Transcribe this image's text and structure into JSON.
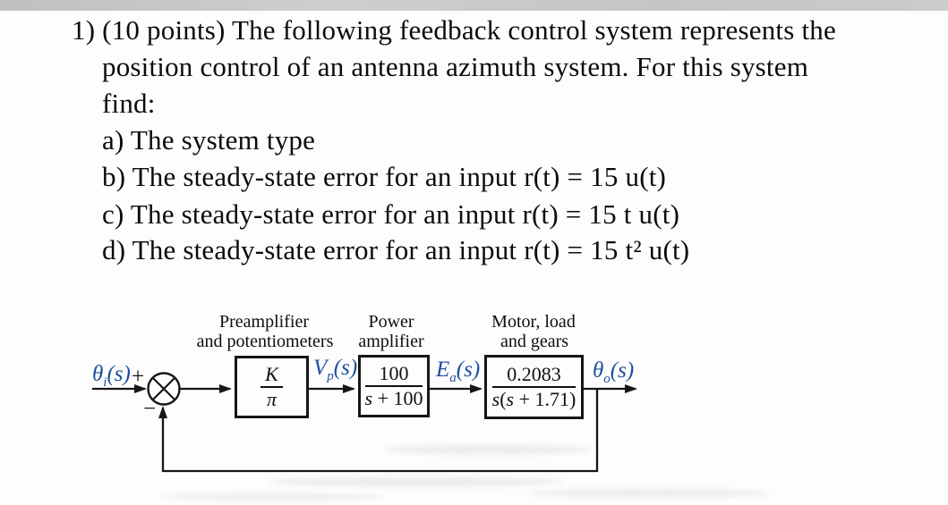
{
  "problem": {
    "lines": [
      "1) (10 points) The following feedback control system represents the",
      "position control of an antenna azimuth system. For this system",
      "find:",
      "a) The system type",
      "b) The steady-state error for an input r(t) = 15 u(t)",
      "c) The steady-state error for an input r(t) = 15 t u(t)",
      "d) The steady-state error for an input r(t) = 15 t² u(t)"
    ]
  },
  "diagram": {
    "captions": {
      "preamp": [
        "Preamplifier",
        "and potentiometers"
      ],
      "power": [
        "Power",
        "amplifier"
      ],
      "motor": [
        "Motor, load",
        "and gears"
      ]
    },
    "blocks": {
      "preamp": {
        "numerator": "K",
        "denominator": "π"
      },
      "power": {
        "numerator": "100",
        "den_var": "s",
        "den_rest": " + 100"
      },
      "motor": {
        "numerator": "0.2083",
        "den_var": "s",
        "den_open": "(",
        "den_var2": "s",
        "den_rest": " + 1.71)"
      }
    },
    "signals": {
      "input": {
        "sym": "θ",
        "sub": "i",
        "suffix": "(s)"
      },
      "vp": {
        "sym": "V",
        "sub": "p",
        "suffix": "(s)"
      },
      "ea": {
        "sym": "E",
        "sub": "a",
        "suffix": "(s)"
      },
      "output": {
        "sym": "θ",
        "sub": "o",
        "suffix": "(s)"
      }
    },
    "signs": {
      "plus": "+",
      "minus": "−"
    }
  },
  "colors": {
    "signal_label": "#1e4f9e",
    "ink": "#141414"
  }
}
